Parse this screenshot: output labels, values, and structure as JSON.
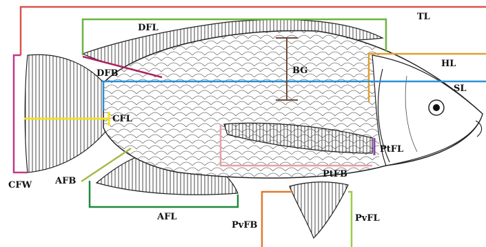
{
  "labels": {
    "tl": "TL",
    "dfl": "DFL",
    "hl": "HL",
    "bg": "BG",
    "dfb": "DFB",
    "sl": "SL",
    "cfl": "CFL",
    "ptfl": "PtFL",
    "cfw": "CFW",
    "afb": "AFB",
    "ptfb": "PtFB",
    "afl": "AFL",
    "pvfb": "PvFB",
    "pvfl": "PvFL"
  },
  "colors": {
    "tl": "#d9534f",
    "dfl": "#6db33f",
    "hl": "#e0a030",
    "bg": "#6b4a3a",
    "dfb": "#b02060",
    "sl": "#2a8fd6",
    "cfl": "#f0e020",
    "ptfl": "#8e44ad",
    "cfw": "#c2388c",
    "afb": "#a8b848",
    "ptfb": "#e8a0a8",
    "afl": "#1f8a3a",
    "pvfb": "#e07a30",
    "pvfl": "#9ccc4a"
  },
  "icons": {
    "fish": "tilapia-fish-illustration"
  }
}
